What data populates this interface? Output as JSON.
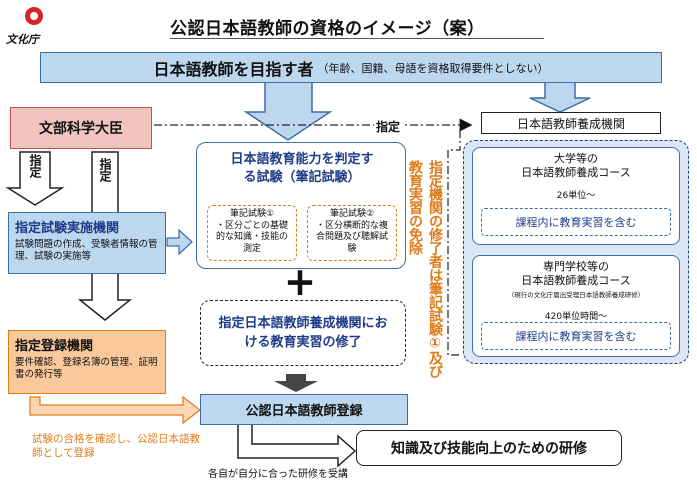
{
  "header": {
    "logo_text": "文化庁",
    "title": "公認日本語教師の資格のイメージ（案）"
  },
  "top_banner": {
    "main": "日本語教師を目指す者",
    "note": "（年齢、国籍、母語を資格取得要件としない）"
  },
  "mext": "文部科学大臣",
  "designate": {
    "label_left": "指定",
    "label_mid": "指定",
    "label_right": "指定"
  },
  "exam_body": {
    "title": "指定試験実施機関",
    "desc": "試験問題の作成、受験者情報の管理、試験の実施等"
  },
  "exam_box": {
    "title": "日本語教育能力を判定する試験（筆記試験）",
    "exam1": "筆記試験①\n・区分ごとの基礎的な知識・技能の測定",
    "exam2": "筆記試験②\n・区分横断的な複合問題及び聴解試験"
  },
  "plus_sign": "＋",
  "practice_box": "指定日本語教師養成機関における教育実習の修了",
  "registration_body": {
    "title": "指定登録機関",
    "desc": "要件確認、登録名簿の管理、証明書の発行等"
  },
  "registration_note": "試験の合格を確認し、公認日本語教師として登録",
  "certified": "公認日本語教師登録",
  "training": "知識及び技能向上のための研修",
  "training_note": "各自が自分に合った研修を受講",
  "vertical_col1": "指定機関の修了者は筆記試験①及び",
  "vertical_col2": "教育実習の免除",
  "training_institutions": {
    "title": "日本語教師養成機関",
    "univ": {
      "title": "大学等の\n日本語教師養成コース",
      "units": "26単位～",
      "practice": "課程内に教育実習を含む"
    },
    "vocational": {
      "title": "専門学校等の\n日本語教師養成コース",
      "subnote": "（現行の文化庁届出受理日本語教師養成研修）",
      "units": "420単位時間～",
      "practice": "課程内に教育実習を含む"
    }
  },
  "colors": {
    "blue_fill": "#bdd7ee",
    "navy_text": "#1f3c88",
    "orange": "#e07b1a",
    "pink_fill": "#f2c4c0",
    "orange_fill": "#f9c89b"
  }
}
